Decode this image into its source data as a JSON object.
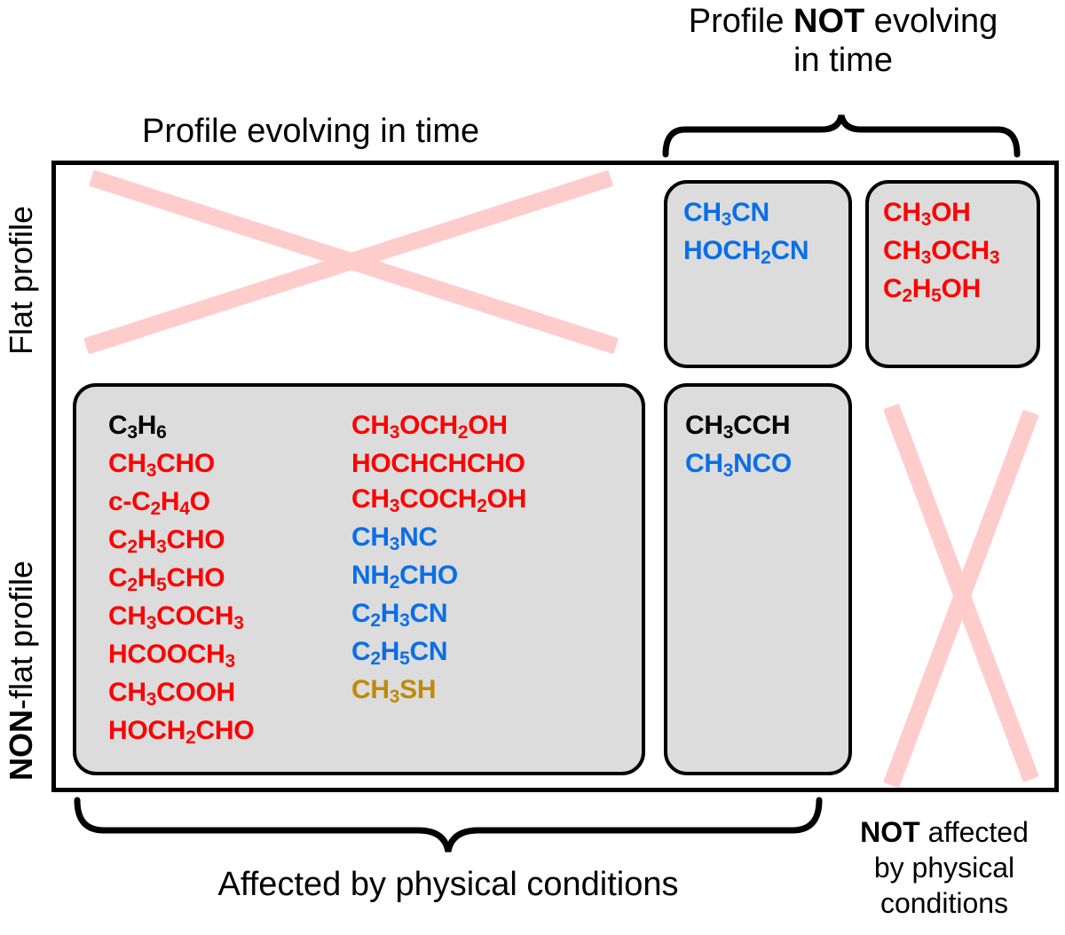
{
  "figure": {
    "title_top_left": "Profile evolving in time",
    "title_top_right_line1_pre": "Profile ",
    "title_top_right_line1_bold": "NOT",
    "title_top_right_line1_post": " evolving",
    "title_top_right_line2": "in time",
    "label_bottom_left": "Affected by physical conditions",
    "label_bottom_right_bold": "NOT",
    "label_bottom_right_post": " affected",
    "label_bottom_right_line2": "by physical",
    "label_bottom_right_line3": "conditions",
    "label_row_top": "Flat profile",
    "label_row_bottom_bold": "NON",
    "label_row_bottom_post": "-flat profile"
  },
  "colors": {
    "red": "#ff0000",
    "blue": "#0a6ee8",
    "black": "#000000",
    "gold": "#bf8a09",
    "box_fill": "#dcdcdc",
    "box_border": "#000000",
    "cross": "#ffcccc"
  },
  "cells": {
    "flat_evolving": {
      "state": "crossed-out",
      "molecules": []
    },
    "flat_not_evolving_affected": {
      "state": "filled",
      "molecules": [
        {
          "formula": "CH3CN",
          "html": "CH<sub>3</sub>CN",
          "color": "blue"
        },
        {
          "formula": "HOCH2CN",
          "html": "HOCH<sub>2</sub>CN",
          "color": "blue"
        }
      ]
    },
    "flat_not_evolving_not_affected": {
      "state": "filled",
      "molecules": [
        {
          "formula": "CH3OH",
          "html": "CH<sub>3</sub>OH",
          "color": "red"
        },
        {
          "formula": "CH3OCH3",
          "html": "CH<sub>3</sub>OCH<sub>3</sub>",
          "color": "red"
        },
        {
          "formula": "C2H5OH",
          "html": "C<sub>2</sub>H<sub>5</sub>OH",
          "color": "red"
        }
      ]
    },
    "nonflat_evolving_affected": {
      "state": "filled",
      "column_left": [
        {
          "formula": "C3H6",
          "html": "C<sub>3</sub>H<sub>6</sub>",
          "color": "black"
        },
        {
          "formula": "CH3CHO",
          "html": "CH<sub>3</sub>CHO",
          "color": "red"
        },
        {
          "formula": "c-C2H4O",
          "html": "c-C<sub>2</sub>H<sub>4</sub>O",
          "color": "red"
        },
        {
          "formula": "C2H3CHO",
          "html": "C<sub>2</sub>H<sub>3</sub>CHO",
          "color": "red"
        },
        {
          "formula": "C2H5CHO",
          "html": "C<sub>2</sub>H<sub>5</sub>CHO",
          "color": "red"
        },
        {
          "formula": "CH3COCH3",
          "html": "CH<sub>3</sub>COCH<sub>3</sub>",
          "color": "red"
        },
        {
          "formula": "HCOOCH3",
          "html": "HCOOCH<sub>3</sub>",
          "color": "red"
        },
        {
          "formula": "CH3COOH",
          "html": "CH<sub>3</sub>COOH",
          "color": "red"
        },
        {
          "formula": "HOCH2CHO",
          "html": "HOCH<sub>2</sub>CHO",
          "color": "red"
        }
      ],
      "column_right": [
        {
          "formula": "CH3OCH2OH",
          "html": "CH<sub>3</sub>OCH<sub>2</sub>OH",
          "color": "red"
        },
        {
          "formula": "HOCHCHCHO",
          "html": "HOCHCHCHO",
          "color": "red"
        },
        {
          "formula": "CH3COCH2OH",
          "html": "CH<sub>3</sub>COCH<sub>2</sub>OH",
          "color": "red"
        },
        {
          "formula": "CH3NC",
          "html": "CH<sub>3</sub>NC",
          "color": "blue"
        },
        {
          "formula": "NH2CHO",
          "html": "NH<sub>2</sub>CHO",
          "color": "blue"
        },
        {
          "formula": "C2H3CN",
          "html": "C<sub>2</sub>H<sub>3</sub>CN",
          "color": "blue"
        },
        {
          "formula": "C2H5CN",
          "html": "C<sub>2</sub>H<sub>5</sub>CN",
          "color": "blue"
        },
        {
          "formula": "CH3SH",
          "html": "CH<sub>3</sub>SH",
          "color": "gold"
        }
      ]
    },
    "nonflat_not_evolving_affected": {
      "state": "filled",
      "molecules": [
        {
          "formula": "CH3CCH",
          "html": "CH<sub>3</sub>CCH",
          "color": "black"
        },
        {
          "formula": "CH3NCO",
          "html": "CH<sub>3</sub>NCO",
          "color": "blue"
        }
      ]
    },
    "nonflat_not_evolving_not_affected": {
      "state": "crossed-out",
      "molecules": []
    }
  }
}
